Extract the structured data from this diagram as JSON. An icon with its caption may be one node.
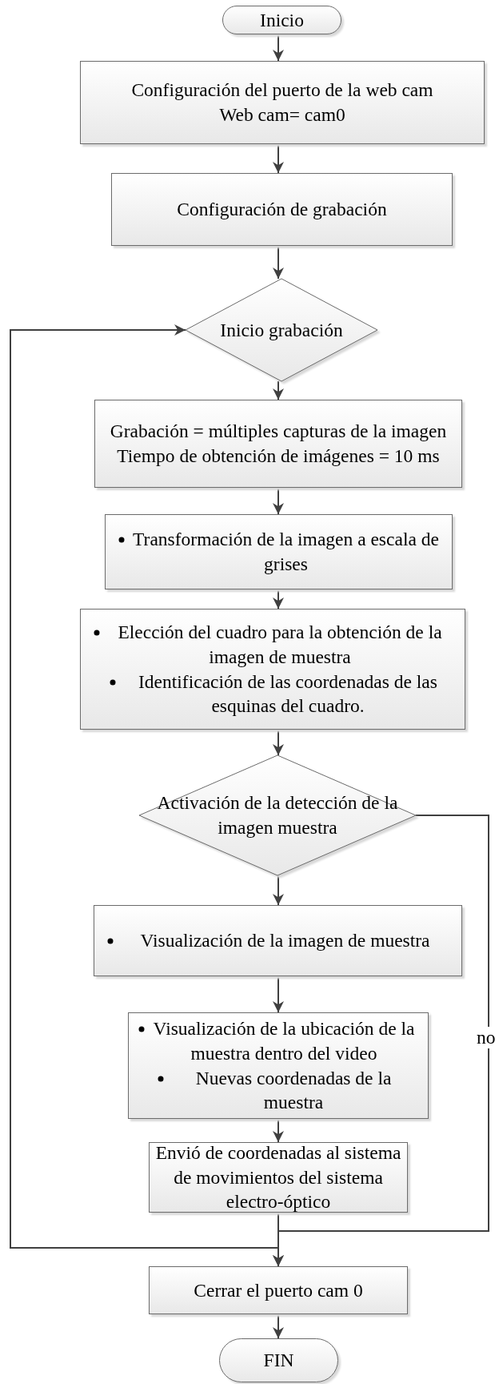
{
  "diagram": {
    "nodes": [
      {
        "text": [
          "Inicio"
        ]
      },
      {
        "text": [
          "Configuración del puerto de la web cam",
          "Web cam= cam0"
        ]
      },
      {
        "text": [
          "Configuración de grabación"
        ]
      },
      {
        "text": [
          "Inicio grabación"
        ]
      },
      {
        "text": [
          "Grabación = múltiples capturas de la imagen",
          "Tiempo de obtención de imágenes = 10 ms"
        ]
      },
      {
        "text": [
          "Transformación de la imagen a escala de grises"
        ]
      },
      {
        "text": [
          "Elección del cuadro para la obtención de la imagen de muestra",
          "Identificación de las coordenadas de las esquinas del cuadro."
        ]
      },
      {
        "text": [
          "Activación de la detección de la imagen muestra"
        ]
      },
      {
        "text": [
          "Visualización de la imagen de muestra"
        ]
      },
      {
        "text": [
          "Visualización de la ubicación de la muestra dentro del video",
          "Nuevas coordenadas de la muestra"
        ]
      },
      {
        "text": [
          "Envió de coordenadas al sistema de movimientos del sistema electro-óptico"
        ]
      },
      {
        "text": [
          "Cerrar el puerto cam 0"
        ]
      },
      {
        "text": [
          "FIN"
        ]
      }
    ],
    "edges": [
      {
        "from": 0,
        "to": 1,
        "arrow": "to"
      },
      {
        "from": 1,
        "to": 2,
        "arrow": "to"
      },
      {
        "from": 2,
        "to": 3,
        "arrow": "to"
      },
      {
        "from": 3,
        "to": 4,
        "arrow": "to"
      },
      {
        "from": 4,
        "to": 5,
        "arrow": "to"
      },
      {
        "from": 5,
        "to": 6,
        "arrow": "to"
      },
      {
        "from": 6,
        "to": 7,
        "arrow": "to"
      },
      {
        "from": 7,
        "to": 8,
        "arrow": "to"
      },
      {
        "from": 8,
        "to": 9,
        "arrow": "to"
      },
      {
        "from": 9,
        "to": 10,
        "arrow": "to"
      },
      {
        "from": 10,
        "to": 11,
        "arrow": "to"
      },
      {
        "from": 10,
        "to": 3,
        "arrow": "to"
      },
      {
        "from": 7,
        "to": 11,
        "arrow": "to",
        "label": "no"
      },
      {
        "from": 11,
        "to": 12,
        "arrow": "to"
      }
    ]
  }
}
